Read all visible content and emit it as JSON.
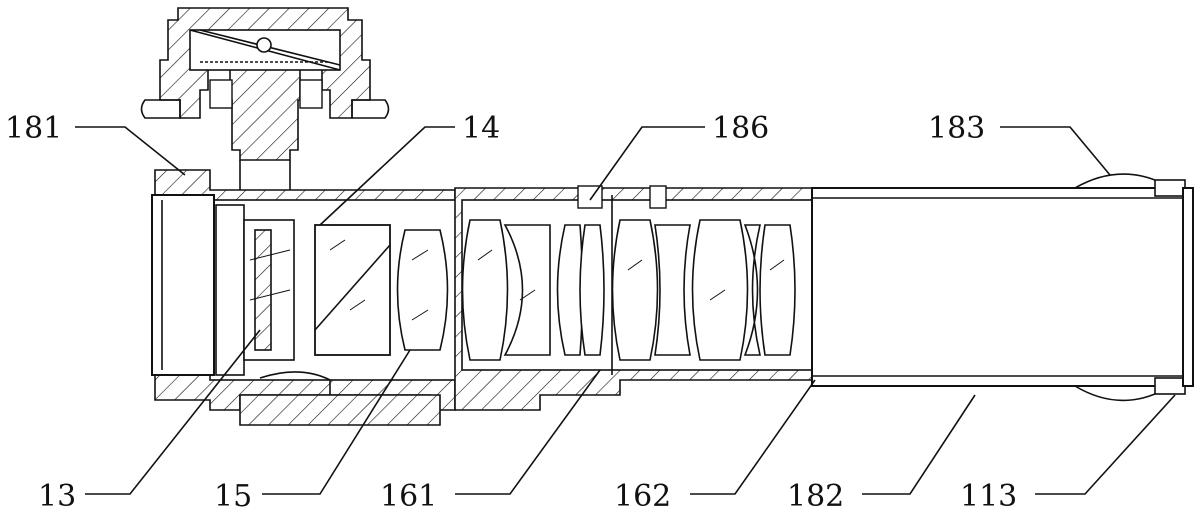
{
  "figure": {
    "title": "Optical assembly cross-section",
    "labels": {
      "l181": "181",
      "l14": "14",
      "l186": "186",
      "l183": "183",
      "l13": "13",
      "l15": "15",
      "l161": "161",
      "l162": "162",
      "l182": "182",
      "l113": "113"
    }
  }
}
